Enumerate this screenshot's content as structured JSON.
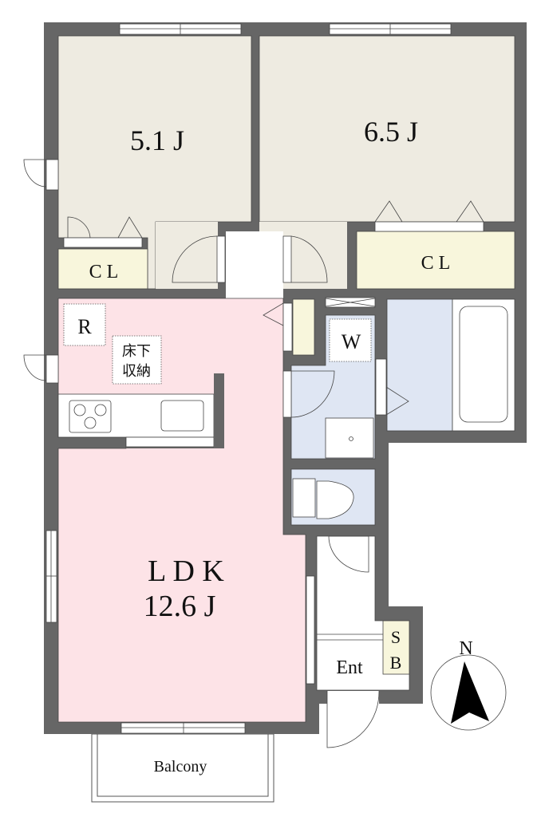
{
  "rooms": {
    "bedroom1": {
      "label": "5.1 J"
    },
    "bedroom2": {
      "label": "6.5 J"
    },
    "closet1": {
      "label": "C L"
    },
    "closet2": {
      "label": "C L"
    },
    "refrigerator": {
      "label": "R"
    },
    "underfloor_storage": {
      "line1": "床下",
      "line2": "収納"
    },
    "washer": {
      "label": "W"
    },
    "ldk": {
      "line1": "L D K",
      "line2": "12.6 J"
    },
    "entrance": {
      "label": "Ent"
    },
    "shoe_box": {
      "line1": "S",
      "line2": "B"
    },
    "balcony": {
      "label": "Balcony"
    }
  },
  "compass": {
    "label": "N"
  },
  "colors": {
    "wall": "#666666",
    "bedroom": "#eeebe1",
    "closet": "#f8f6dc",
    "ldk": "#fde3e7",
    "wet": "#dfe6f3"
  }
}
